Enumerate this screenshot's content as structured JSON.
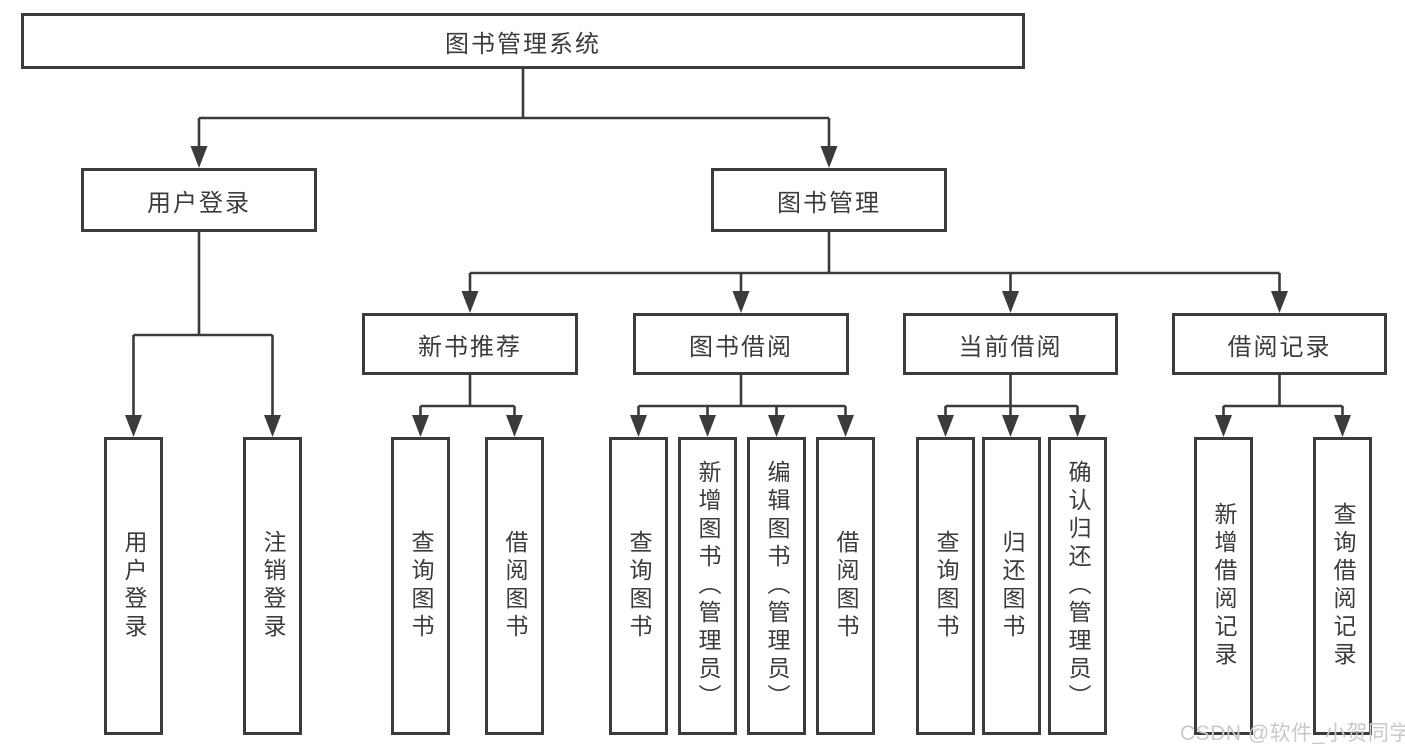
{
  "nodes": {
    "root": "图书管理系统",
    "user_login": "用户登录",
    "book_mgmt": "图书管理",
    "new_book_rec": "新书推荐",
    "book_borrow": "图书借阅",
    "current_borrow": "当前借阅",
    "borrow_records": "借阅记录",
    "leaf_user_login": "用户登录",
    "leaf_logout": "注销登录",
    "leaf_rec_query_books": "查询图书",
    "leaf_rec_borrow_books": "借阅图书",
    "leaf_bb_query_books": "查询图书",
    "leaf_bb_add_books": "新增图书（管理员）",
    "leaf_bb_edit_books": "编辑图书（管理员）",
    "leaf_bb_borrow_books": "借阅图书",
    "leaf_cb_query_books": "查询图书",
    "leaf_cb_return_books": "归还图书",
    "leaf_cb_confirm_return": "确认归还（管理员）",
    "leaf_br_add_record": "新增借阅记录",
    "leaf_br_query_record": "查询借阅记录"
  },
  "watermark": "CSDN @软件_小贺同学",
  "colors": {
    "line": "#3b3b3b",
    "text": "#3c3c3c",
    "watermark": "#c9c9c9",
    "background": "#ffffff"
  }
}
